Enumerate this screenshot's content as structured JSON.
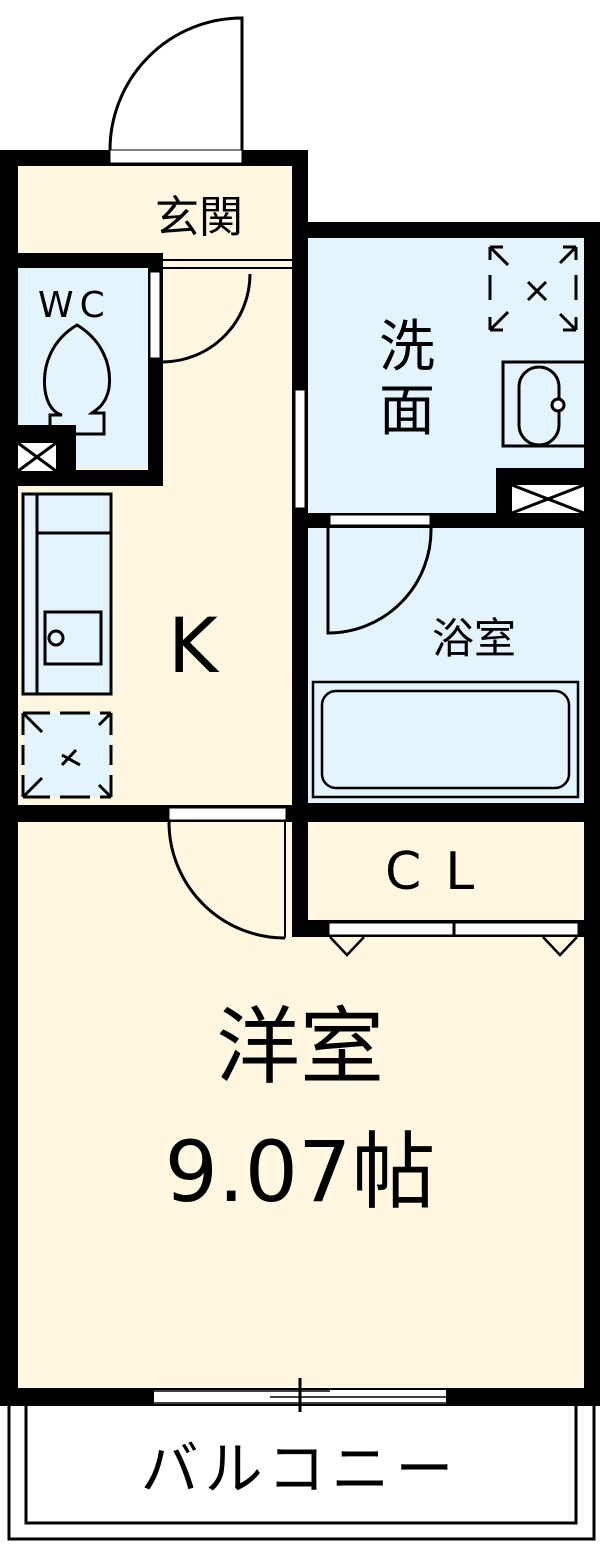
{
  "floorplan": {
    "rooms": {
      "entrance": {
        "label": "玄関"
      },
      "toilet": {
        "label": "WC"
      },
      "washroom": {
        "label": "洗\n面",
        "label_line1": "洗",
        "label_line2": "面"
      },
      "kitchen": {
        "label": "K"
      },
      "bathroom": {
        "label": "浴室"
      },
      "closet": {
        "label": "CL"
      },
      "western_room": {
        "label": "洋室",
        "size": "9.07帖"
      },
      "balcony": {
        "label": "バルコニー"
      }
    },
    "fixtures": [
      "entrance-door",
      "toilet",
      "washbasin",
      "washing-machine-space",
      "kitchen-sink",
      "refrigerator-space",
      "bathtub",
      "closet-doors",
      "sliding-window",
      "ventilation"
    ],
    "colors": {
      "wall": "#000000",
      "living_floor": "#fff7e0",
      "wet_area": "#e4f4fd",
      "closet": "#fde6ef",
      "outside": "#ffffff"
    }
  }
}
